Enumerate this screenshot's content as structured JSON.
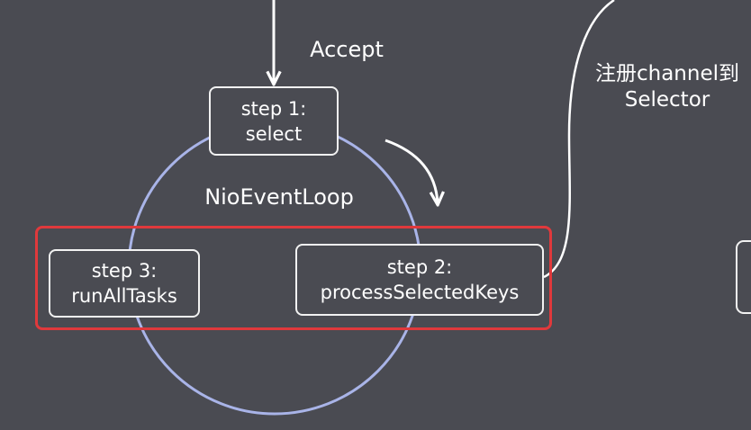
{
  "labels": {
    "accept": "Accept",
    "event_loop": "NioEventLoop",
    "register_line1": "注册channel到",
    "register_line2": "Selector"
  },
  "steps": {
    "step1": {
      "line1": "step 1:",
      "line2": "select"
    },
    "step2": {
      "line1": "step 2:",
      "line2": "processSelectedKeys"
    },
    "step3": {
      "line1": "step 3:",
      "line2": "runAllTasks"
    }
  },
  "colors": {
    "background": "#4a4b52",
    "circle": "#a9b4e8",
    "highlight": "#e0393c",
    "line": "#ffffff"
  }
}
